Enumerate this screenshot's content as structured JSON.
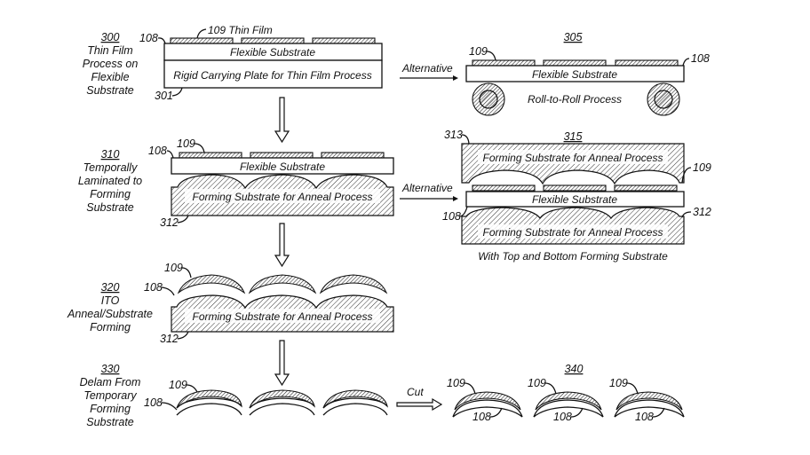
{
  "diagram": {
    "steps": [
      {
        "id": "300",
        "caption": [
          "Thin Film",
          "Process on",
          "Flexible",
          "Substrate"
        ]
      },
      {
        "id": "310",
        "caption": [
          "Temporally",
          "Laminated to",
          "Forming",
          "Substrate"
        ]
      },
      {
        "id": "320",
        "caption": [
          "ITO",
          "Anneal/Substrate",
          "Forming"
        ]
      },
      {
        "id": "330",
        "caption": [
          "Delam From",
          "Temporary",
          "Forming",
          "Substrate"
        ]
      }
    ],
    "alternatives": [
      {
        "id": "305",
        "caption": "Roll-to-Roll Process"
      },
      {
        "id": "315",
        "caption": "With Top and Bottom Forming Substrate"
      },
      {
        "id": "340",
        "caption": ""
      }
    ],
    "labels": {
      "flexible_substrate": "Flexible Substrate",
      "rigid_plate": "Rigid Carrying Plate for Thin Film Process",
      "forming_substrate": "Forming Substrate for Anneal Process",
      "thin_film": "109 Thin Film",
      "alternative": "Alternative",
      "cut": "Cut"
    },
    "refs": {
      "r108": "108",
      "r109": "109",
      "r301": "301",
      "r312": "312",
      "r313": "313"
    }
  }
}
